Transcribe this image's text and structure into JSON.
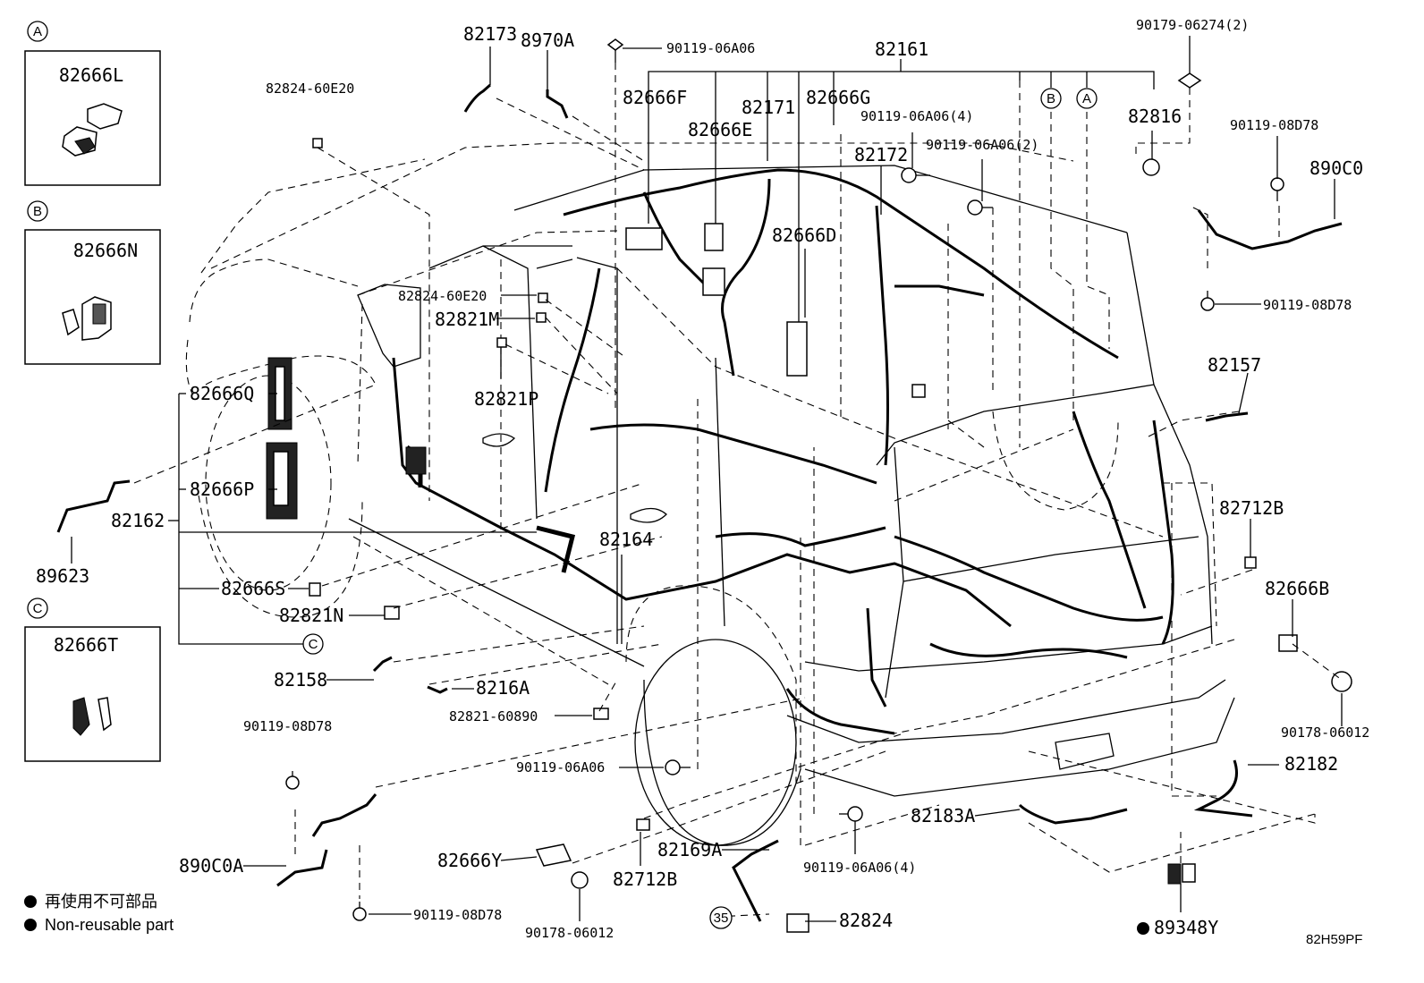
{
  "diagram": {
    "drawing_code": "82H59PF",
    "legend": {
      "symbol": "●",
      "line_jp": "再使用不可部品",
      "line_en": "Non-reusable part"
    },
    "inset_boxes": [
      {
        "id": "A",
        "part": "82666L"
      },
      {
        "id": "B",
        "part": "82666N"
      },
      {
        "id": "C",
        "part": "82666T"
      }
    ],
    "callouts": {
      "p82173": "82173",
      "p8970A": "8970A",
      "p9011906A06_top": "90119-06A06",
      "p82161": "82161",
      "p9017906274": "90179-06274(2)",
      "p8282460E20_a": "82824-60E20",
      "p82666F": "82666F",
      "p82666E": "82666E",
      "p82171": "82171",
      "p82666G": "82666G",
      "p9011906A06_4a": "90119-06A06(4)",
      "p82172": "82172",
      "p9011906A06_2": "90119-06A06(2)",
      "p82816": "82816",
      "p9011908D78_r1": "90119-08D78",
      "p890C0": "890C0",
      "p82666D": "82666D",
      "p8282460E20_b": "82824-60E20",
      "p82821M": "82821M",
      "p9011908D78_r2": "90119-08D78",
      "p82821P": "82821P",
      "p82666Q": "82666Q",
      "p82157": "82157",
      "p82666P": "82666P",
      "p82162": "82162",
      "p82164": "82164",
      "p82712B_r": "82712B",
      "p89623": "89623",
      "p82666S": "82666S",
      "p82666B": "82666B",
      "p82821N": "82821N",
      "p82158": "82158",
      "p8216A": "8216A",
      "p8282160890": "82821-60890",
      "p9011908D78_l1": "90119-08D78",
      "p9017806012_r": "90178-06012",
      "p9011906A06_mid": "90119-06A06",
      "p82182": "82182",
      "p82183A": "82183A",
      "p82169A": "82169A",
      "p82666Y": "82666Y",
      "p9011906A06_4b": "90119-06A06(4)",
      "p890C0A": "890C0A",
      "p82712B_b": "82712B",
      "p9011908D78_l2": "90119-08D78",
      "p9017806012_b": "90178-06012",
      "p82824": "82824",
      "p89348Y": "89348Y",
      "torque": "35"
    },
    "circle_refs": {
      "A": "A",
      "B": "B",
      "C": "C"
    }
  }
}
